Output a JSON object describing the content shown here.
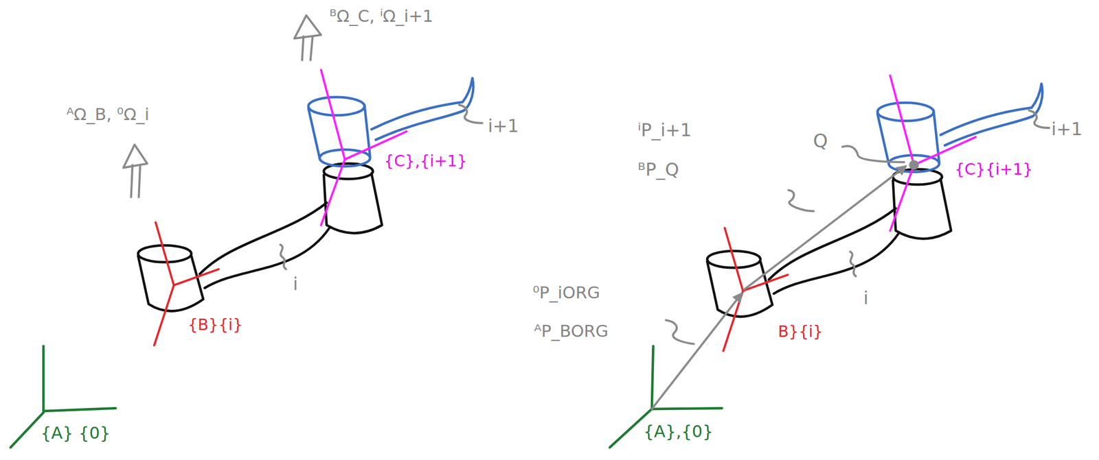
{
  "diagram": {
    "labels": [
      "ᴮΩ_C, ⁱΩ_i+1",
      "ᴬΩ_B, ⁰Ω_i",
      "i+1",
      "{C},{i+1}",
      "i",
      "{B}{i}",
      "{A} {0}",
      "ⁱP_i+1",
      "ᴮP_Q",
      "Q",
      "{C}{i+1}",
      "i+1",
      "⁰P_iORG",
      "ᴬP_BORG",
      "i",
      "B}{i}",
      "{A},{0}"
    ]
  }
}
